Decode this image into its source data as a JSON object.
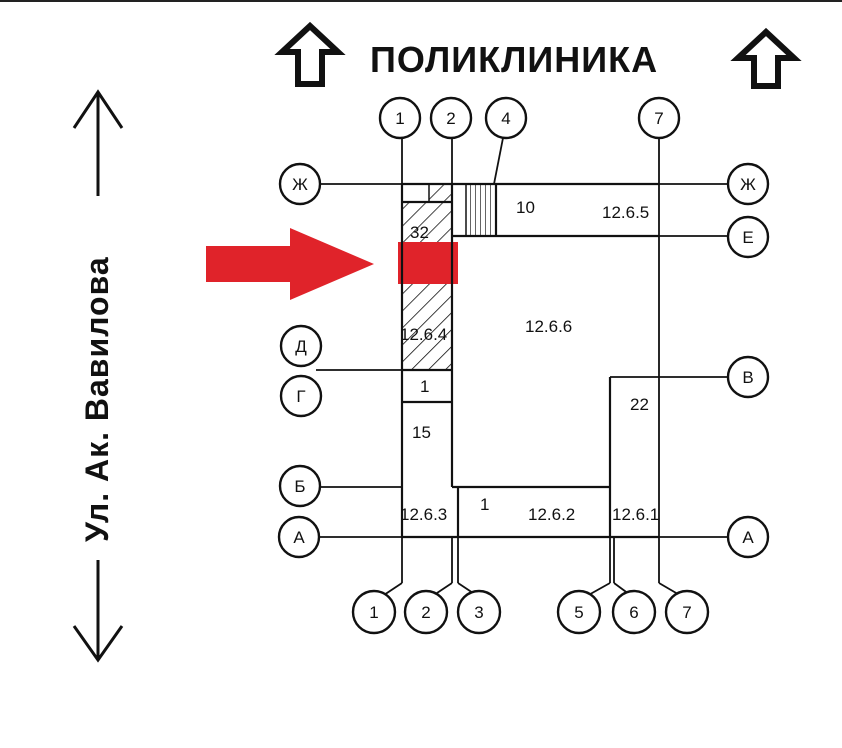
{
  "header": {
    "title": "ПОЛИКЛИНИКА"
  },
  "street": {
    "label": "Ул. Ак. Вавилова"
  },
  "axes_top": [
    "1",
    "2",
    "4",
    "7"
  ],
  "axes_bottom": [
    "1",
    "2",
    "3",
    "5",
    "6",
    "7"
  ],
  "axes_left": [
    "Ж",
    "Д",
    "Г",
    "Б",
    "А"
  ],
  "axes_right": [
    "Ж",
    "Е",
    "В",
    "А"
  ],
  "rooms": {
    "r10": "10",
    "r1265": "12.6.5",
    "r32": "32",
    "r1264": "12.6.4",
    "r1266": "12.6.6",
    "r1a": "1",
    "r15": "15",
    "r22": "22",
    "r1263": "12.6.3",
    "r1b": "1",
    "r1262": "12.6.2",
    "r1261": "12.6.1"
  },
  "colors": {
    "highlight": "#e0232a",
    "line": "#111111"
  }
}
